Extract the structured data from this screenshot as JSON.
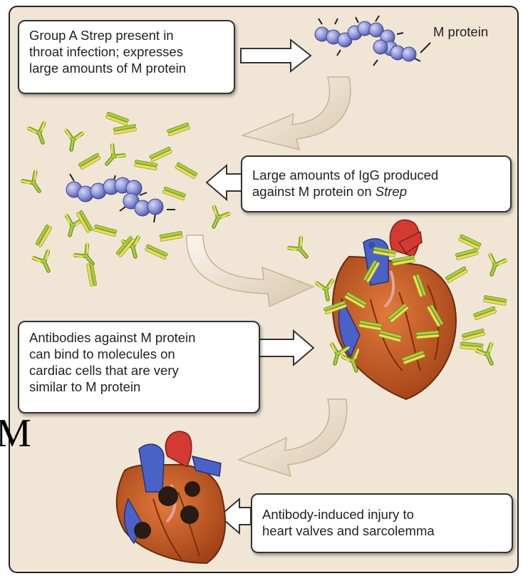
{
  "callouts": {
    "strep_present": {
      "lines": [
        "Group A Strep present in",
        "throat infection; expresses",
        "large amounts of M protein"
      ]
    },
    "igg_produced": {
      "line1": "Large amounts of IgG produced",
      "line2_prefix": "against M protein on ",
      "line2_italic": "Strep"
    },
    "antibodies_bind": {
      "lines": [
        "Antibodies against M protein",
        "can bind to molecules on",
        "cardiac cells that are very",
        "similar to M protein"
      ]
    },
    "injury": {
      "lines": [
        "Antibody-induced injury to",
        "heart valves and sarcolemma"
      ]
    }
  },
  "labels": {
    "m_protein": "M protein",
    "side_letter": "M"
  },
  "colors": {
    "background": "#f1e6d6",
    "bacteria": "#8f96d8",
    "antibody_green": "#9cc83a",
    "antibody_yellow": "#e8e25a",
    "heart_muscle": "#c5531e",
    "heart_artery": "#d23a32",
    "heart_vein": "#4a62c8",
    "lesion": "#2a1a14"
  }
}
